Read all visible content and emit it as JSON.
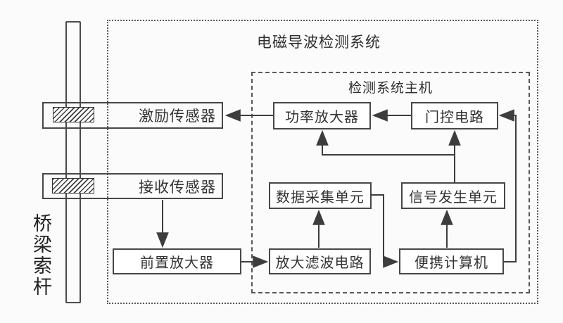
{
  "system": {
    "outer_title": "电磁导波检测系统",
    "inner_title": "检测系统主机"
  },
  "cable": {
    "label": "桥梁索杆"
  },
  "blocks": {
    "excitation_sensor": "激励传感器",
    "receiving_sensor": "接收传感器",
    "preamplifier": "前置放大器",
    "power_amplifier": "功率放大器",
    "gate_circuit": "门控电路",
    "data_acquisition": "数据采集单元",
    "signal_generator": "信号发生单元",
    "amplify_filter": "放大滤波电路",
    "portable_computer": "便携计算机"
  },
  "connections": [
    {
      "from": "门控电路",
      "to": "功率放大器"
    },
    {
      "from": "功率放大器",
      "to": "激励传感器"
    },
    {
      "from": "信号发生单元",
      "to": "门控电路"
    },
    {
      "from": "信号发生单元",
      "to": "功率放大器"
    },
    {
      "from": "接收传感器",
      "to": "前置放大器"
    },
    {
      "from": "前置放大器",
      "to": "放大滤波电路"
    },
    {
      "from": "放大滤波电路",
      "to": "数据采集单元"
    },
    {
      "from": "数据采集单元",
      "to": "便携计算机"
    },
    {
      "from": "便携计算机",
      "to": "信号发生单元"
    },
    {
      "from": "便携计算机",
      "to": "门控电路"
    }
  ],
  "colors": {
    "line": "#3d3d3d",
    "border": "#474747",
    "dash": "#595959",
    "background": "#fbfbfb"
  }
}
